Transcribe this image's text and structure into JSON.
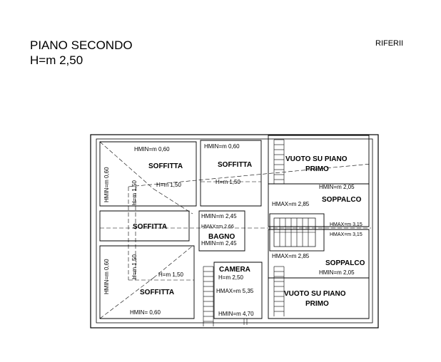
{
  "header": {
    "title": "PIANO SECONDO",
    "height": "H=m 2,50",
    "ref": "RIFERII"
  },
  "rooms": {
    "soffitta_tl": "SOFFITTA",
    "soffitta_tc": "SOFFITTA",
    "soffitta_ml": "SOFFITTA",
    "soffitta_bl": "SOFFITTA",
    "vuoto_top_1": "VUOTO SU PIANO",
    "vuoto_top_2": "PRIMO",
    "soppalco_top": "SOPPALCO",
    "bagno": "BAGNO",
    "camera": "CAMERA",
    "soppalco_bot": "SOPPALCO",
    "vuoto_bot_1": "VUOTO SU PIANO",
    "vuoto_bot_2": "PRIMO"
  },
  "dims": {
    "hmin_060_tl": "HMIN=m 0,60",
    "hmin_060_tc": "HMIN=m 0,60",
    "hmin_060_left_vert": "HMIN=m 0,60",
    "h150_vert_top": "H=m 1,50",
    "h150_tl": "H=m 1,50",
    "h150_tc": "H=m 1,50",
    "hmin_205_top": "HMIN=m 2,05",
    "hmax_285_top": "HMAX=m 2,85",
    "hmin_245_a": "HMIN=m 2,45",
    "hmax_266": "HMAX=m 2,66",
    "hmin_245_b": "HMIN=m 2,45",
    "hmax_315_a": "HMAX=m 3,15",
    "hmax_315_b": "HMAX=m 3,15",
    "hmax_285_bot": "HMAX=m 2,85",
    "hmin_205_bot": "HMIN=m 2,05",
    "hmin_060_left_vert_bot": "HMIN=m 0,60",
    "h150_vert_bot": "H=m 1,50",
    "h150_bl": "H=m 1,50",
    "hmin_060_bl": "HMIN= 0,60",
    "h250_camera": "H=m 2,50",
    "hmax_535": "HMAX=m 5,35",
    "hmin_470": "HMIN=m 4,70"
  }
}
